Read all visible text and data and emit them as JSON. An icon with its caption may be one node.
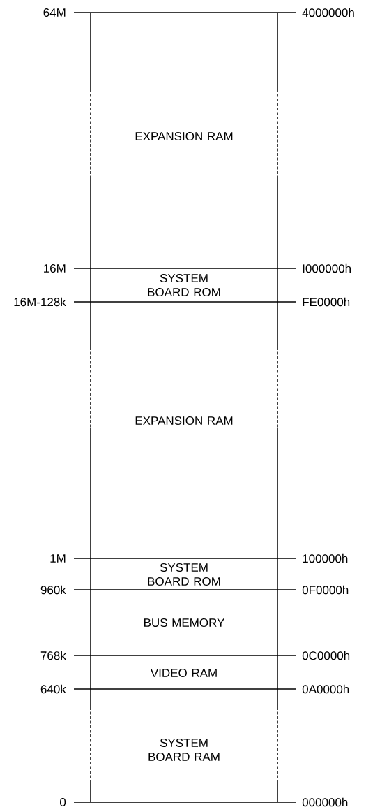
{
  "diagram": {
    "nodes": [
      {
        "text": [
          "EXPANSION RAM"
        ]
      },
      {
        "text": [
          "SYSTEM BOARD ROM"
        ]
      },
      {
        "text": [
          "EXPANSION RAM"
        ]
      },
      {
        "text": [
          "SYSTEM BOARD ROM"
        ]
      },
      {
        "text": [
          "BUS MEMORY"
        ]
      },
      {
        "text": [
          "VIDEO RAM"
        ]
      },
      {
        "text": [
          "SYSTEM BOARD RAM"
        ]
      }
    ],
    "labels": [
      "64M",
      "4000000h",
      "16M",
      "I000000h",
      "16M-128k",
      "FE0000h",
      "1M",
      "100000h",
      "960k",
      "0F0000h",
      "768k",
      "0C0000h",
      "640k",
      "0A0000h",
      "0",
      "000000h"
    ]
  }
}
